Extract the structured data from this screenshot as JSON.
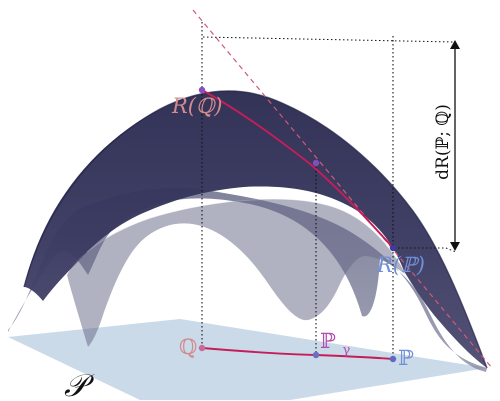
{
  "labels": {
    "space": "𝒫",
    "q": "ℚ",
    "p": "ℙ",
    "p_gamma": "ℙ",
    "gamma_sub": "γ",
    "r_q": "R(ℚ)",
    "r_p": "R(ℙ)",
    "divergence": "dR(ℙ; ℚ)"
  },
  "colors": {
    "surface_dark": "#343358",
    "surface_light": "#7a7d97",
    "plane": "#c8d8e8",
    "curve": "#c41e5a",
    "label_q": "#d18b8e",
    "label_p": "#6f8fd6",
    "label_pgamma": "#b04eb0",
    "guide": "#111111"
  }
}
